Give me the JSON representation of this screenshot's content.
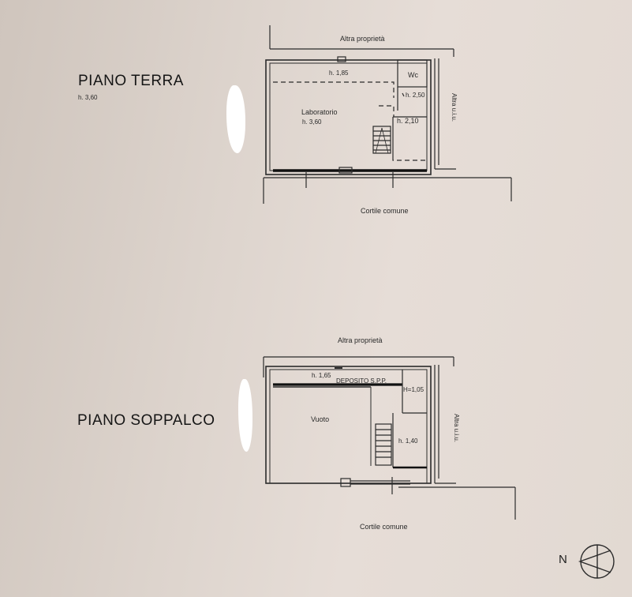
{
  "ground_floor": {
    "title": "PIANO TERRA",
    "title_height": "h. 3,60",
    "top_label": "Altra proprietà",
    "bottom_label": "Cortile comune",
    "side_label": "Altra u.i.u.",
    "height_mezzanine": "h. 1,85",
    "room_name": "Laboratorio",
    "room_height": "h. 3,60",
    "wc_label": "Wc",
    "wc_height": "h. 2,50",
    "stair_height": "h. 2,10"
  },
  "mezzanine_floor": {
    "title": "PIANO SOPPALCO",
    "top_label": "Altra proprietà",
    "bottom_label": "Cortile comune",
    "side_label": "Altra u.i.u.",
    "height_deposit": "h. 1,65",
    "deposit_label": "DEPOSITO S.P.P.",
    "deposit_height": "H=1,05",
    "void_label": "Vuoto",
    "stair_height": "h. 1,40"
  },
  "compass": {
    "label": "N"
  }
}
